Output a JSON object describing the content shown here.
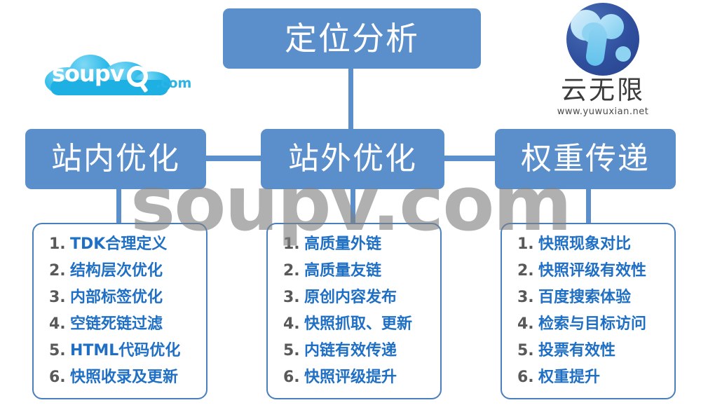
{
  "logos": {
    "left": {
      "wordmark": "soupv",
      "suffix": ".com",
      "icon": "cloud-search-icon"
    },
    "right": {
      "name": "云无限",
      "url": "www.yuwuxian.net",
      "icon": "globe-y-icon"
    }
  },
  "watermark": "soupv.com",
  "diagram": {
    "root": "定位分析",
    "branches": [
      {
        "title": "站内优化",
        "items": [
          {
            "num": "1.",
            "text": "TDK合理定义"
          },
          {
            "num": "2.",
            "text": "结构层次优化"
          },
          {
            "num": "3.",
            "text": "内部标签优化"
          },
          {
            "num": "4.",
            "text": "空链死链过滤"
          },
          {
            "num": "5.",
            "text": "HTML代码优化"
          },
          {
            "num": "6.",
            "text": "快照收录及更新"
          }
        ]
      },
      {
        "title": "站外优化",
        "items": [
          {
            "num": "1.",
            "text": "高质量外链"
          },
          {
            "num": "2.",
            "text": "高质量友链"
          },
          {
            "num": "3.",
            "text": "原创内容发布"
          },
          {
            "num": "4.",
            "text": "快照抓取、更新"
          },
          {
            "num": "5.",
            "text": "内链有效传递"
          },
          {
            "num": "6.",
            "text": "快照评级提升"
          }
        ]
      },
      {
        "title": "权重传递",
        "items": [
          {
            "num": "1.",
            "text": "快照现象对比"
          },
          {
            "num": "2.",
            "text": "快照评级有效性"
          },
          {
            "num": "3.",
            "text": "百度搜索体验"
          },
          {
            "num": "4.",
            "text": "检索与目标访问"
          },
          {
            "num": "5.",
            "text": "投票有效性"
          },
          {
            "num": "6.",
            "text": "权重提升"
          }
        ]
      }
    ]
  },
  "colors": {
    "box_fill": "#5b8fcb",
    "card_border": "#4a7fbc",
    "item_text": "#1f6fc4",
    "item_num": "#595959",
    "watermark": "#808080",
    "cloud_blue": "#1fb0e3",
    "globe_blue": "#2f4f9e"
  }
}
